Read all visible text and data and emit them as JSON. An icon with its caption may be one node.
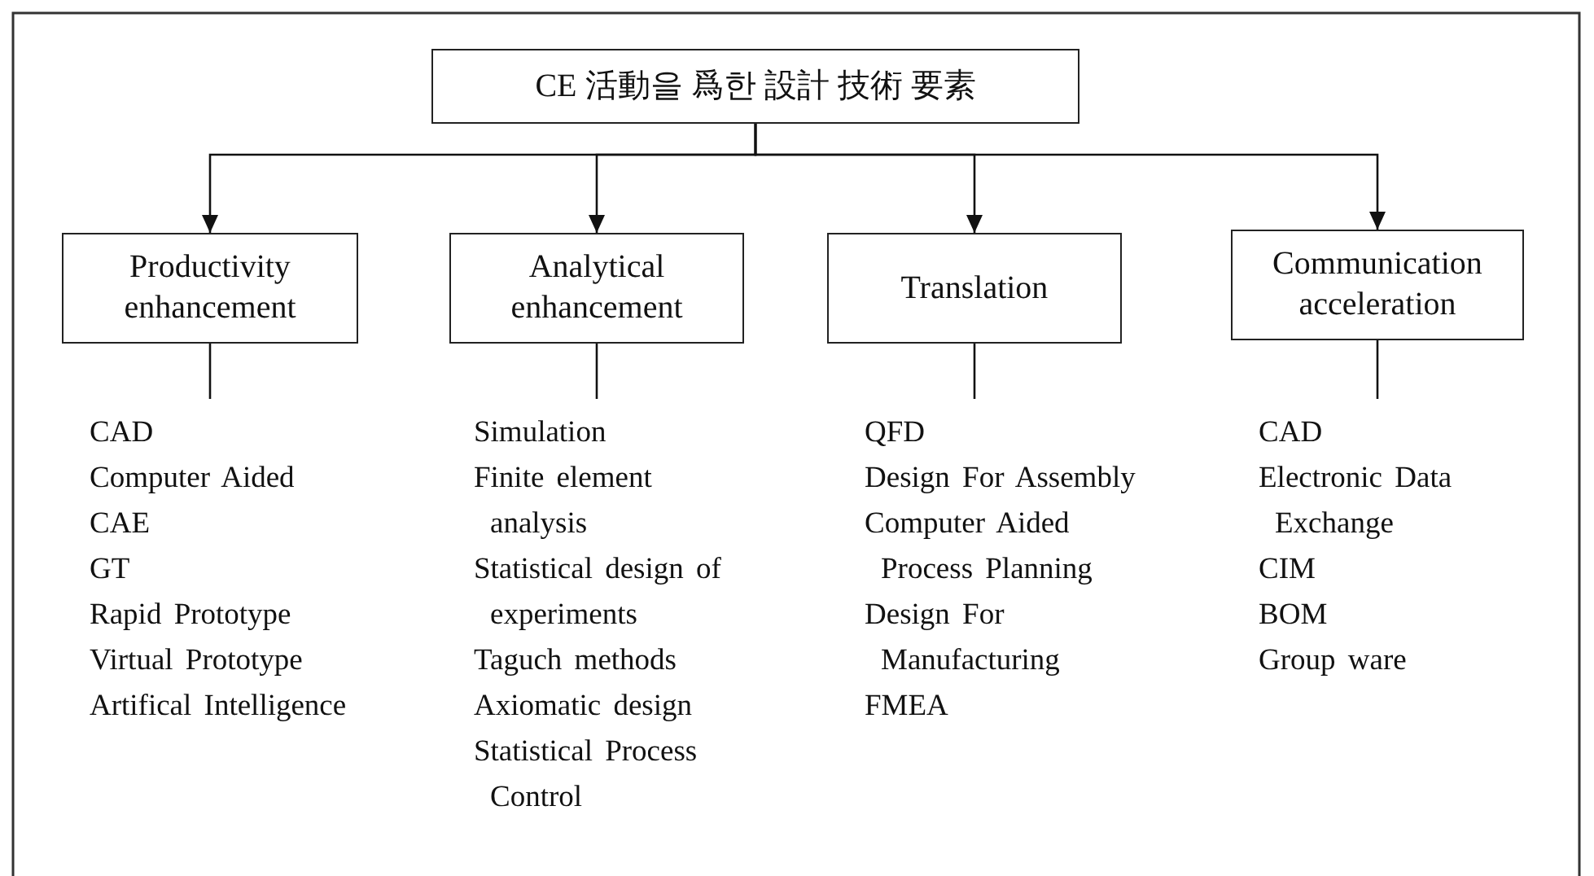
{
  "diagram": {
    "nodes": [
      {
        "text": [
          "CE 活動을 爲한 設計 技術 要素"
        ]
      },
      {
        "text": [
          "Productivity enhancement"
        ]
      },
      {
        "text": [
          "Analytical enhancement"
        ]
      },
      {
        "text": [
          "Translation"
        ]
      },
      {
        "text": [
          "Communication acceleration"
        ]
      },
      {
        "text": [
          "CAD",
          "Computer Aided",
          "CAE",
          "GT",
          "Rapid Prototype",
          "Virtual Prototype",
          "Artifical Intelligence"
        ]
      },
      {
        "text": [
          "Simulation",
          "Finite element analysis",
          "Statistical design of experiments",
          "Taguch methods",
          "Axiomatic design",
          "Statistical Process Control"
        ]
      },
      {
        "text": [
          "QFD",
          "Design For Assembly",
          "Computer Aided Process Planning",
          "Design For Manufacturing",
          "FMEA"
        ]
      },
      {
        "text": [
          "CAD",
          "Electronic Data Exchange",
          "CIM",
          "BOM",
          "Group ware"
        ]
      }
    ],
    "edges": [
      {
        "from": 0,
        "to": 1,
        "arrow": "to"
      },
      {
        "from": 0,
        "to": 2,
        "arrow": "to"
      },
      {
        "from": 0,
        "to": 3,
        "arrow": "to"
      },
      {
        "from": 0,
        "to": 4,
        "arrow": "to"
      },
      {
        "from": 1,
        "to": 5,
        "arrow": "none"
      },
      {
        "from": 2,
        "to": 6,
        "arrow": "none"
      },
      {
        "from": 3,
        "to": 7,
        "arrow": "none"
      },
      {
        "from": 4,
        "to": 8,
        "arrow": "none"
      }
    ]
  }
}
